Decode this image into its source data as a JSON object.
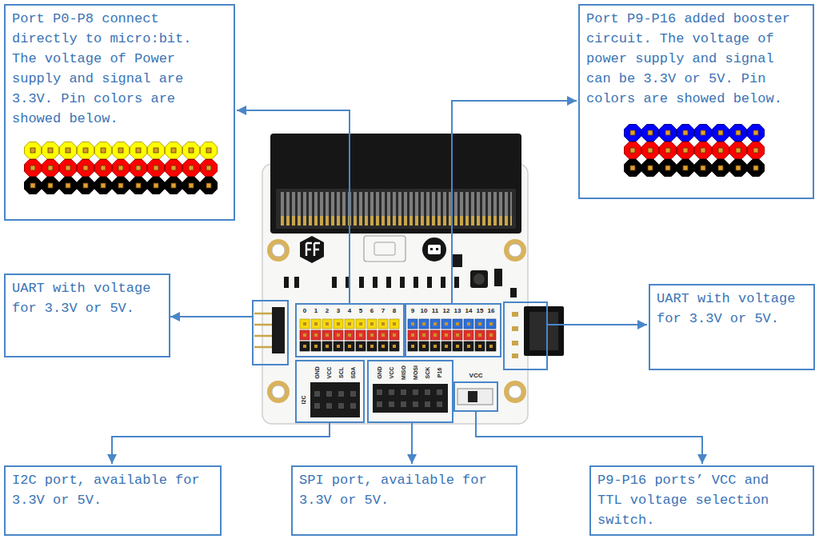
{
  "diagram": {
    "nodes": [
      {
        "text": [
          "Port P0-P8 connect directly to micro:bit. The voltage of Power supply and signal are 3.3V. Pin colors are showed below."
        ]
      },
      {
        "text": [
          "Port P9-P16 added booster circuit. The voltage of power supply and signal can be 3.3V or 5V. Pin colors are showed below."
        ]
      },
      {
        "text": [
          "UART with voltage for 3.3V or 5V."
        ]
      },
      {
        "text": [
          "UART with voltage for 3.3V or 5V."
        ]
      },
      {
        "text": [
          "I2C port, available for 3.3V or 5V."
        ]
      },
      {
        "text": [
          "SPI port, available for 3.3V or 5V."
        ]
      },
      {
        "text": [
          "P9-P16 ports’ VCC and TTL voltage selection switch."
        ]
      }
    ],
    "labels": [
      "0",
      "1",
      "2",
      "3",
      "4",
      "5",
      "6",
      "7",
      "8",
      "9",
      "10",
      "11",
      "12",
      "13",
      "14",
      "15",
      "16",
      "I2C",
      "GND",
      "VCC",
      "SCL",
      "SDA",
      "GND",
      "VCC",
      "MISO",
      "MOSI",
      "SCK",
      "P16",
      "VCC"
    ]
  }
}
